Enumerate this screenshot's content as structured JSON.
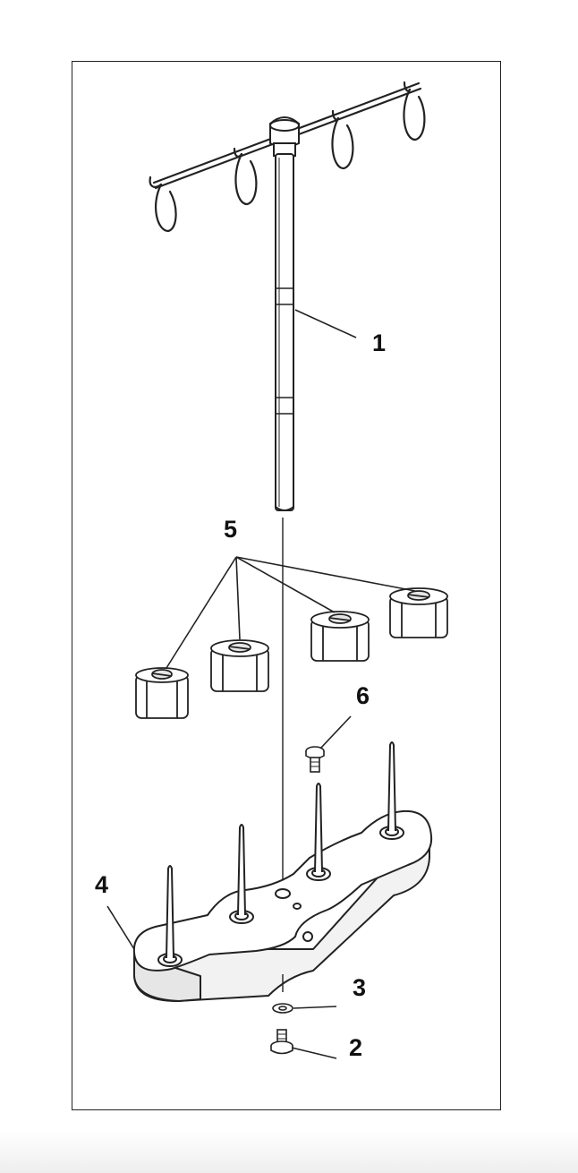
{
  "diagram": {
    "callouts": [
      {
        "id": "1",
        "label": "1"
      },
      {
        "id": "2",
        "label": "2"
      },
      {
        "id": "3",
        "label": "3"
      },
      {
        "id": "4",
        "label": "4"
      },
      {
        "id": "5",
        "label": "5"
      },
      {
        "id": "6",
        "label": "6"
      }
    ],
    "parts": [
      "thread-stand-pole",
      "thread-guide-arm",
      "spool-caps",
      "thread-stand-base",
      "mounting-screw",
      "washer",
      "base-screw"
    ],
    "colors": {
      "line": "#222222",
      "fill": "#ffffff",
      "shade": "#e6e6e6",
      "border": "#222222"
    }
  }
}
